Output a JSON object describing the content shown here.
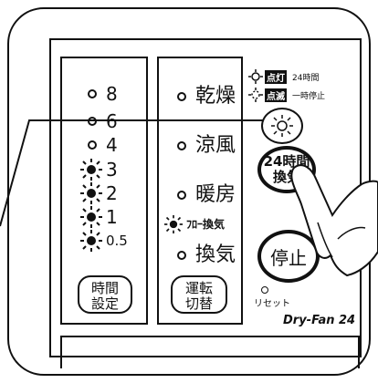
{
  "timer_panel": {
    "hours": [
      "8",
      "6",
      "4",
      "3",
      "2",
      "1",
      "0.5"
    ],
    "lit_from_index": 3,
    "set_button": [
      "時間",
      "設定"
    ]
  },
  "mode_panel": {
    "modes": [
      "乾燥",
      "涼風",
      "暖房",
      "ﾌﾛｰ換気",
      "換気"
    ],
    "lit_index": 3,
    "switch_button": [
      "運転",
      "切替"
    ]
  },
  "legend": {
    "on_label": "点灯",
    "on_desc": "24時間",
    "blink_label": "点滅",
    "blink_desc": "一時停止"
  },
  "controls": {
    "vent_24h_button": [
      "24時間",
      "換気"
    ],
    "stop_button": "停止",
    "reset_label": "リセット"
  },
  "brand": "Dry-Fan 24"
}
